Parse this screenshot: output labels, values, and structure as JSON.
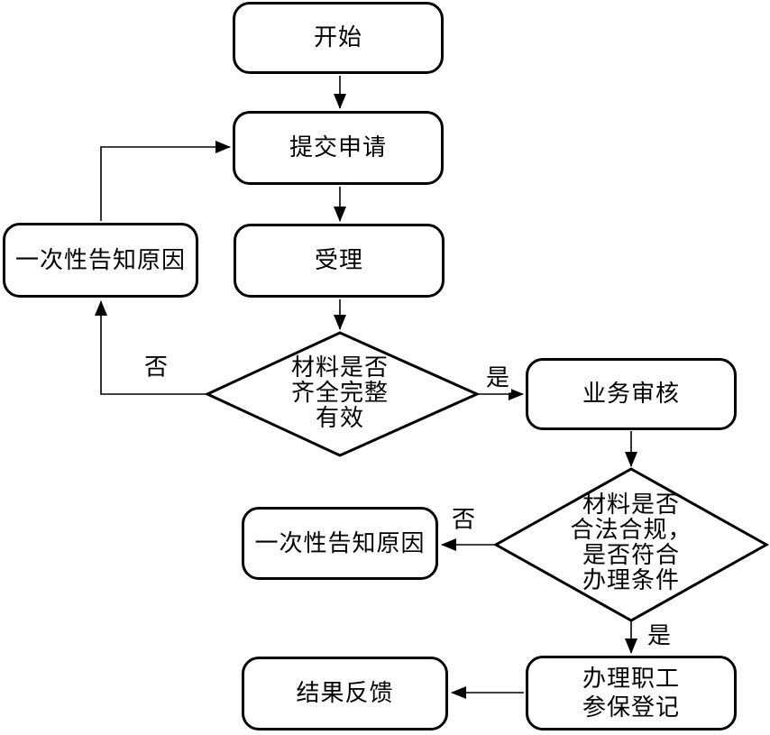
{
  "nodes": {
    "start": {
      "label": "开始"
    },
    "submit": {
      "label": "提交申请"
    },
    "accept": {
      "label": "受理"
    },
    "decision1": {
      "lines": [
        "材料是否",
        "齐全完整",
        "有效"
      ]
    },
    "reason1": {
      "label": "一次性告知原因"
    },
    "review": {
      "label": "业务审核"
    },
    "decision2": {
      "lines": [
        "材料是否",
        "合法合规，",
        "是否符合",
        "办理条件"
      ]
    },
    "reason2": {
      "label": "一次性告知原因"
    },
    "register": {
      "lines": [
        "办理职工",
        "参保登记"
      ]
    },
    "feedback": {
      "label": "结果反馈"
    }
  },
  "edge_labels": {
    "yes1": "是",
    "no1": "否",
    "no2": "否",
    "yes2": "是"
  },
  "colors": {
    "line": "#000000",
    "background": "#ffffff",
    "text": "#000000"
  }
}
